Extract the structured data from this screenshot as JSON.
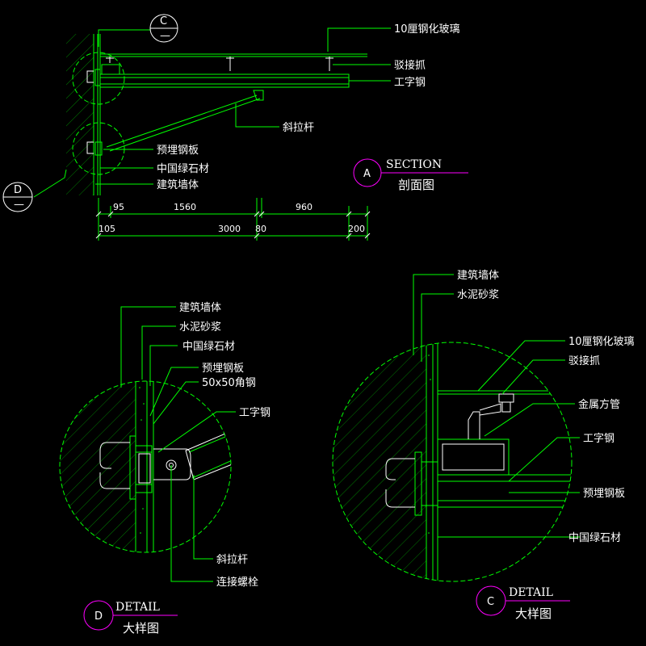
{
  "colors": {
    "background": "#000000",
    "lines": "#00ff00",
    "text": "#ffffff",
    "bubble": "#ff00ff"
  },
  "section_a": {
    "marker": "A",
    "title_en": "SECTION",
    "title_cn": "剖面图",
    "labels": {
      "glass": "10厘钢化玻璃",
      "spider": "驳接抓",
      "beam": "工字钢",
      "rod": "斜拉杆",
      "plate": "预埋钢板",
      "stone": "中国绿石材",
      "wall": "建筑墙体"
    },
    "dims_row1": [
      "95",
      "1560",
      "960"
    ],
    "dims_row2": [
      "105",
      "3000",
      "80",
      "200"
    ]
  },
  "marker_c": {
    "letter": "C",
    "sub": "—"
  },
  "marker_d": {
    "letter": "D",
    "sub": "—"
  },
  "detail_d": {
    "marker": "D",
    "title_en": "DETAIL",
    "title_cn": "大样图",
    "labels": {
      "wall": "建筑墙体",
      "mortar": "水泥砂浆",
      "stone": "中国绿石材",
      "plate": "预埋钢板",
      "angle": "50x50角钢",
      "beam": "工字钢",
      "rod": "斜拉杆",
      "bolt": "连接螺栓"
    }
  },
  "detail_c": {
    "marker": "C",
    "title_en": "DETAIL",
    "title_cn": "大样图",
    "labels": {
      "wall": "建筑墙体",
      "mortar": "水泥砂浆",
      "glass": "10厘钢化玻璃",
      "spider": "驳接抓",
      "tube": "金属方管",
      "beam": "工字钢",
      "plate": "预埋钢板",
      "stone": "中国绿石材"
    }
  }
}
